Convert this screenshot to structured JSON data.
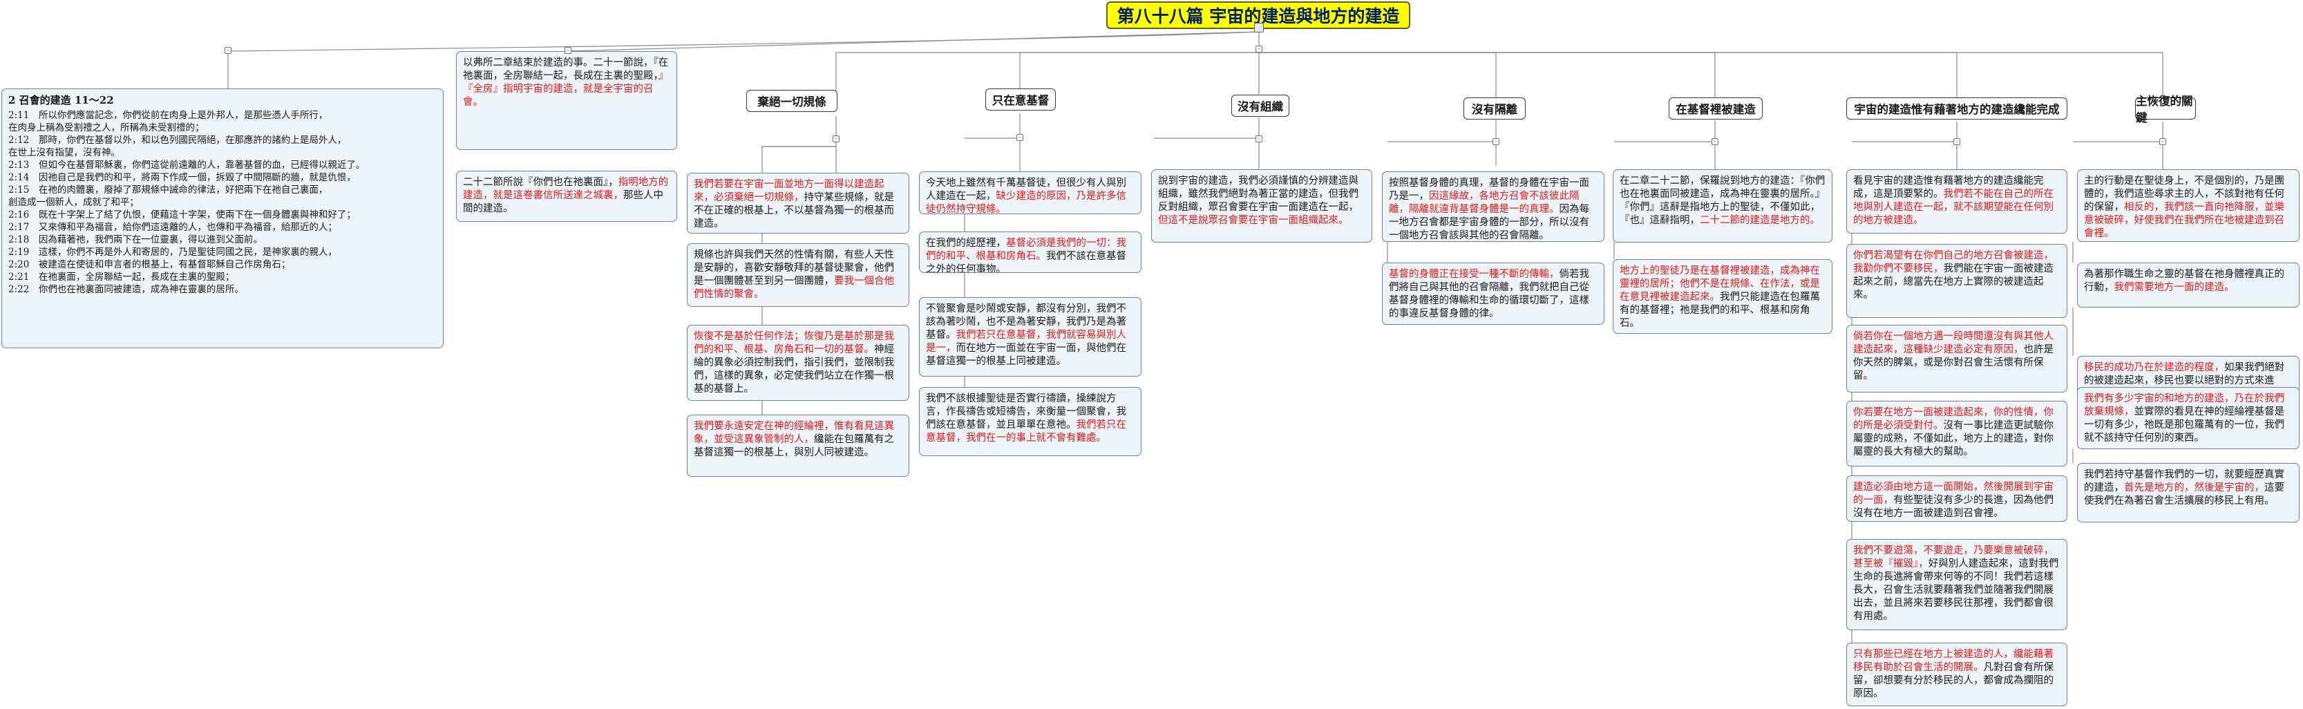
{
  "title": "第八十八篇 宇宙的建造與地方的建造",
  "scripture": {
    "heading": "2 召會的建造 11～22",
    "lines": [
      "2:11　所以你們應當記念，你們從前在肉身上是外邦人，是那些憑人手所行，",
      "在肉身上稱為受割禮之人，所稱為未受割禮的；",
      "2:12　那時，你們在基督以外，和以色列國民隔絕，在那應許的諸約上是局外人，",
      "在世上沒有指望，沒有神。",
      "2:13　但如今在基督耶穌裏，你們這從前遠離的人，靠著基督的血，已經得以親近了。",
      "2:14　因祂自己是我們的和平，將兩下作成一個，拆毀了中間隔斷的牆，就是仇恨，",
      "2:15　在祂的肉體裏，廢掉了那規條中誡命的律法，好把兩下在祂自己裏面，",
      "創造成一個新人，成就了和平；",
      "2:16　既在十字架上了結了仇恨，便藉這十字架，使兩下在一個身體裏與神和好了；",
      "2:17　又來傳和平為福音，給你們這遠離的人，也傳和平為福音，給那近的人；",
      "2:18　因為藉著祂，我們兩下在一位靈裏，得以進到父面前。",
      "2:19　這樣，你們不再是外人和寄居的，乃是聖徒同國之民，是神家裏的親人，",
      "2:20　被建造在使徒和申言者的根基上，有基督耶穌自己作房角石；",
      "2:21　在祂裏面，全房聯結一起，長成在主裏的聖殿；",
      "2:22　你們也在祂裏面同被建造，成為神在靈裏的居所。"
    ]
  },
  "intro_boxes": [
    [
      {
        "t": "以弗所二章結束於建造的事。二十一節說，『在祂裏面，全房聯結一起，長成在主裏的聖殿，"
      },
      {
        "t": "』『全房』指明宇宙的建造，就是全宇宙的召會。",
        "red": true
      }
    ],
    [
      {
        "t": "二十二節所說『你們也在祂裏面』，"
      },
      {
        "t": "指明地方的建造，就是這卷書信所送達之城裏，",
        "red": true
      },
      {
        "t": "那些人中間的建造。"
      }
    ]
  ],
  "headers": {
    "h1": "棄絕一切規條",
    "h2": "只在意基督",
    "h3": "沒有組織",
    "h4": "沒有隔離",
    "h5": "在基督裡被建造",
    "h6": "宇宙的建造惟有藉著地方的建造纔能完成",
    "h7": "主恢復的關鍵"
  },
  "col1": [
    [
      {
        "t": "我們若要在宇宙一面並地方一面得以建造起來，必須棄絕一切規條，",
        "red": true
      },
      {
        "t": "持守某些規條，就是不在正確的根基上，不以基督為獨一的根基而建造。"
      }
    ],
    [
      {
        "t": "規條也許與我們天然的性情有關，有些人天性是安靜的，喜歡安靜敬拜的基督徒聚會，他們是一個團體甚至到另一個團體，"
      },
      {
        "t": "要我一個合他們性情的聚會。",
        "red": true
      }
    ],
    [
      {
        "t": "恢復不是基於任何作法；恢復乃是基於那是我們的和平、根基、房角石和一切的基督。",
        "red": true
      },
      {
        "t": "神經綸的異象必須控制我們，指引我們，並限制我們，這樣的異象，必定使我們站立在作獨一根基的基督上。"
      }
    ],
    [
      {
        "t": "我們要永遠安定在神的經綸裡，惟有看見這異象，並受這異象管制的人，",
        "red": true
      },
      {
        "t": "纔能在包羅萬有之基督這獨一的根基上，與別人同被建造。"
      }
    ]
  ],
  "col2": [
    [
      {
        "t": "今天地上雖然有千萬基督徒，但很少有人與別人建造在一起，"
      },
      {
        "t": "缺少建造的原因，乃是許多信徒仍然持守規條。",
        "red": true
      }
    ],
    [
      {
        "t": "在我們的經歷裡，"
      },
      {
        "t": "基督必須是我們的一切：我們的和平、根基和房角石。",
        "red": true
      },
      {
        "t": "我們不該在意基督之外的任何事物。"
      }
    ],
    [
      {
        "t": "不管聚會是吵鬧或安靜，都沒有分別，我們不該為著吵鬧，也不是為著安靜，我們乃是為著基督。"
      },
      {
        "t": "我們若只在意基督，我們就容易與別人是一，",
        "red": true
      },
      {
        "t": "而在地方一面並在宇宙一面，與他們在基督這獨一的根基上同被建造。"
      }
    ],
    [
      {
        "t": "我們不該根據聖徒是否實行禱讀，操練說方言，作長禱告或短禱告，來衡量一個聚會，我們該在意基督，並且單單在意祂。"
      },
      {
        "t": "我們若只在意基督，我們在一的事上就不會有難處。",
        "red": true
      }
    ]
  ],
  "col3": [
    [
      {
        "t": "說到宇宙的建造，我們必須謹慎的分辨建造與組織，雖然我們絕對為著正當的建造，但我們反對組織，眾召會要在宇宙一面建造在一起，"
      },
      {
        "t": "但這不是說眾召會要在宇宙一面組織起來。",
        "red": true
      }
    ]
  ],
  "col4": [
    [
      {
        "t": "按照基督身體的真理，基督的身體在宇宙一面乃是一，"
      },
      {
        "t": "因這緣故，各地方召會不該彼此隔離，隔離就違背基督身體是一的真理。",
        "red": true
      },
      {
        "t": "因為每一地方召會都是宇宙身體的一部分，所以沒有一個地方召會該與其他的召會隔離。"
      }
    ],
    [
      {
        "t": "基督的身體正在接受一種不斷的傳輸，",
        "red": true
      },
      {
        "t": "倘若我們將自己與其他的召會隔離，我們就把自己從基督身體裡的傳輸和生命的循環切斷了，這樣的事違反基督身體的律。"
      }
    ]
  ],
  "col5": [
    [
      {
        "t": "在二章二十二節，保羅說到地方的建造：『你們也在祂裏面同被建造，成為神在靈裏的居所。』『你們』這辭是指地方上的聖徒，不僅如此，『也』這辭指明，"
      },
      {
        "t": "二十二節的建造是地方的。",
        "red": true
      }
    ],
    [
      {
        "t": "地方上的聖徒乃是在基督裡被建造，成為神在靈裡的居所；",
        "red": true
      },
      {
        "t": "他們不是在規條、在作法，",
        "red": true
      },
      {
        "t": "或是在意見裡被建造起來。",
        "red": true
      },
      {
        "t": "我們只能建造在包羅萬有的基督裡；祂是我們的和平、根基和房角石。"
      }
    ]
  ],
  "col6": [
    [
      {
        "t": "看見宇宙的建造惟有藉著地方的建造纔能完成，這是頂要緊的。"
      },
      {
        "t": "我們若不能在自己的所在地與別人建造在一起，就不該期望能在任何別的地方被建造。",
        "red": true
      }
    ],
    [
      {
        "t": "你們若渴望有在你們自己的地方召會被建造，我勸你們不要移民，",
        "red": true
      },
      {
        "t": "我們能在宇宙一面被建造起來之前，總當先在地方上實際的被建造起來。"
      }
    ],
    [
      {
        "t": "倘若你在一個地方遇一段時間還沒有與其他人建造起來，這種缺少建造必定有原因，",
        "red": true
      },
      {
        "t": "也許是你天然的脾氣，或是你對召會生活懷有所保留。"
      }
    ],
    [
      {
        "t": "你若要在地方一面被建造起來，你的性情，你的所是必須受對付。",
        "red": true
      },
      {
        "t": "沒有一事比建造更試驗你屬靈的成熟，不僅如此，地方上的建造，對你屬靈的長大有極大的幫助。"
      }
    ],
    [
      {
        "t": "建造必須由地方這一面開始，然後開展到宇宙的一面，",
        "red": true
      },
      {
        "t": "有些聖徒沒有多少的長進，因為他們沒有在地方一面被建造到召會裡。"
      }
    ],
    [
      {
        "t": "我們不要遊蕩，不要遊走，乃要樂意被破碎，甚至被『摧毀』，",
        "red": true
      },
      {
        "t": "好與別人建造起來，這對我們生命的長進將會帶來何等的不同！我們若這樣長大，召會生活就要藉著我們並隨著我們開展出去，並且將來若要移民往那裡，我們都會很有用處。"
      }
    ],
    [
      {
        "t": "只有那些已經在地方上被建造的人，纔能藉著移民有助於召會生活的開展。",
        "red": true
      },
      {
        "t": "凡對召會有所保留，卻想要有分於移民的人，都會成為攔阻的原因。"
      }
    ]
  ],
  "col7": [
    [
      {
        "t": "主的行動是在聖徒身上，不是個別的，乃是團體的，我們這些尋求主的人，不該對祂有任何的保留，"
      },
      {
        "t": "相反的，我們該一直向祂降服，並樂意被破碎，好使我們在我們所在地被建造到召會裡。",
        "red": true
      }
    ],
    [
      {
        "t": "為著那作職生命之靈的基督在祂身體裡真正的行動，"
      },
      {
        "t": "我們需要地方一面的建造。",
        "red": true
      }
    ],
    [
      {
        "t": "移民的成功乃在於建造的程度，",
        "red": true
      },
      {
        "t": "如果我們絕對的被建造起來，移民也要以絕對的方式來進行，但是我們若在地方的建造上妥協，在將來任何移民的事上，我們也會是妥協的。"
      }
    ],
    [
      {
        "t": "我們有多少宇宙的和地方的建造，乃在於我們放棄規條，",
        "red": true
      },
      {
        "t": "並實際的看見在神的經綸裡基督是一切有多少，祂既是那包羅萬有的一位，我們就不該持守任何別的東西。"
      }
    ],
    [
      {
        "t": "我們若持守基督作我們的一切，就要經歷真實的建造，"
      },
      {
        "t": "首先是地方的，然後是宇宙的，",
        "red": true
      },
      {
        "t": "這要使我們在為著召會生活擴展的移民上有用。"
      }
    ]
  ]
}
